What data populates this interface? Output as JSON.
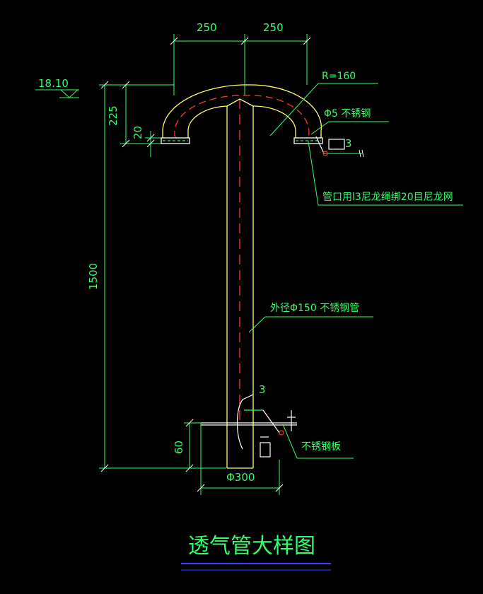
{
  "drawing": {
    "title": "透气管大样图",
    "elevation": "18.10",
    "dimensions": {
      "top_left_width": "250",
      "top_right_width": "250",
      "bend_height": "225",
      "cap_height": "20",
      "total_height": "1500",
      "base_height": "60",
      "base_diameter": "Φ300",
      "weld_size_top": "3",
      "weld_size_bottom": "3"
    },
    "annotations": {
      "radius": "R=160",
      "rod": "Φ5 不锈钢",
      "mesh": "管口用l3尼龙绳绑20目尼龙网",
      "pipe": "外径Φ150 不锈钢管",
      "plate": "不锈钢板"
    },
    "colors": {
      "background": "#000000",
      "dimension": "#33ff66",
      "outline": "#ffff66",
      "centerline": "#ff3333",
      "white": "#ffffff",
      "underline": "#3344ff"
    }
  }
}
